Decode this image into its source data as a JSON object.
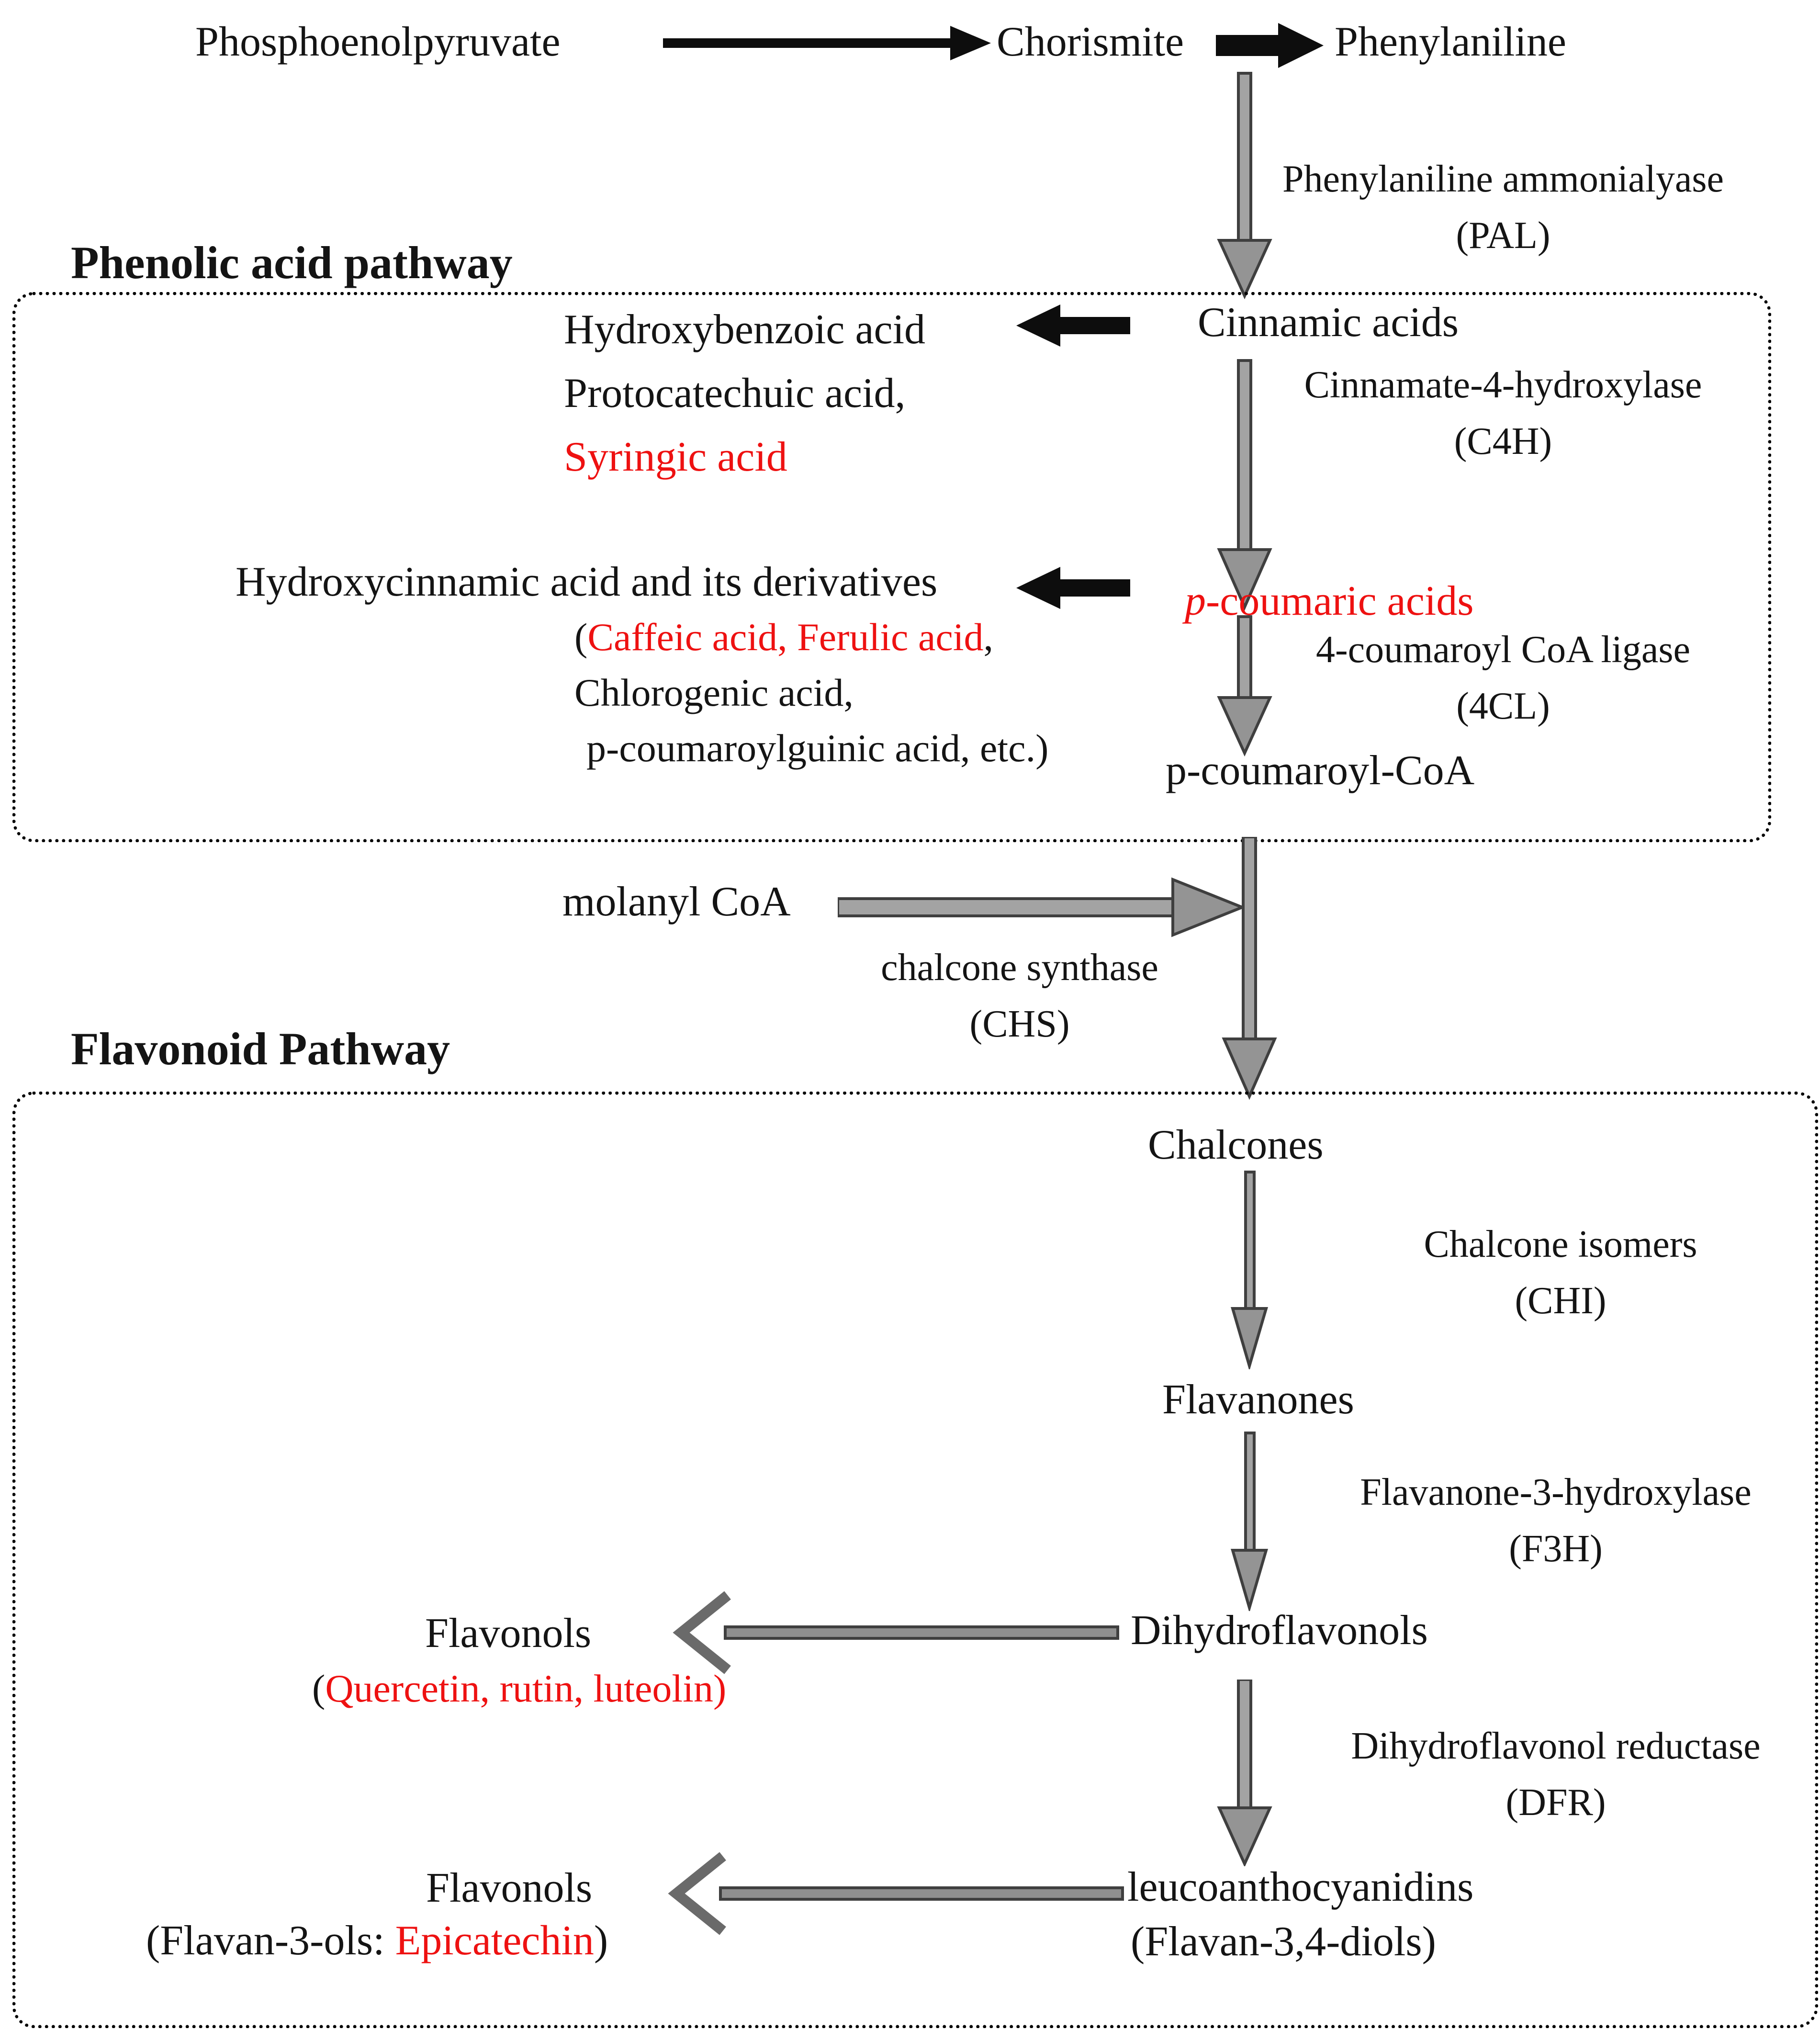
{
  "colors": {
    "text": "#141414",
    "highlight_red": "#ee1111",
    "arrow_gray_fill": "#a3a3a3",
    "arrow_gray_stroke": "#3f3f3f",
    "arrow_black": "#0d0d0d"
  },
  "top_row": {
    "phosphoenolpyruvate": "Phosphoenolpyruvate",
    "chorismite": "Chorismite",
    "phenylaniline": "Phenylaniline"
  },
  "pal": {
    "name": "Phenylaniline ammonialyase",
    "abbr": "(PAL)"
  },
  "phenolic": {
    "title": "Phenolic acid pathway",
    "cinnamic_acids": "Cinnamic acids",
    "hydroxybenzoic_line1": "Hydroxybenzoic acid",
    "hydroxybenzoic_line2": "Protocatechuic acid,",
    "hydroxybenzoic_line3_red": "Syringic acid",
    "c4h_name": "Cinnamate-4-hydroxylase",
    "c4h_abbr": "(C4H)",
    "hydroxycinnamic_line1": "Hydroxycinnamic acid and its derivatives",
    "derivatives_open": "(",
    "derivatives_red": "Caffeic acid, Ferulic acid",
    "derivatives_comma": ",",
    "derivatives_line2": "Chlorogenic acid,",
    "derivatives_line3": "p-coumaroylguinic acid, etc.)",
    "p_coumaric_italic": "p",
    "p_coumaric_rest": "-coumaric acids",
    "fourcl_name": "4-coumaroyl CoA ligase",
    "fourcl_abbr": "(4CL)",
    "p_coumaroyl_coa": "p-coumaroyl-CoA"
  },
  "chs": {
    "substrate": "molanyl CoA",
    "name": "chalcone synthase",
    "abbr": "(CHS)"
  },
  "flavonoid": {
    "title": "Flavonoid Pathway",
    "chalcones": "Chalcones",
    "chi_name": "Chalcone isomers",
    "chi_abbr": "(CHI)",
    "flavanones": "Flavanones",
    "f3h_name": "Flavanone-3-hydroxylase",
    "f3h_abbr": "(F3H)",
    "dihydroflavonols": "Dihydroflavonols",
    "flavonols1": "Flavonols",
    "flavonols1_sub_open": "(",
    "flavonols1_sub_red": "Quercetin, rutin, luteolin)",
    "dfr_name": "Dihydroflavonol reductase",
    "dfr_abbr": "(DFR)",
    "leucoanthocyanidins": "leucoanthocyanidins",
    "leuco_sub": "(Flavan-3,4-diols)",
    "flavonols2": "Flavonols",
    "flavonols2_sub_black1": "(Flavan-3-ols: ",
    "flavonols2_sub_red": "Epicatechin",
    "flavonols2_sub_black2": ")"
  }
}
